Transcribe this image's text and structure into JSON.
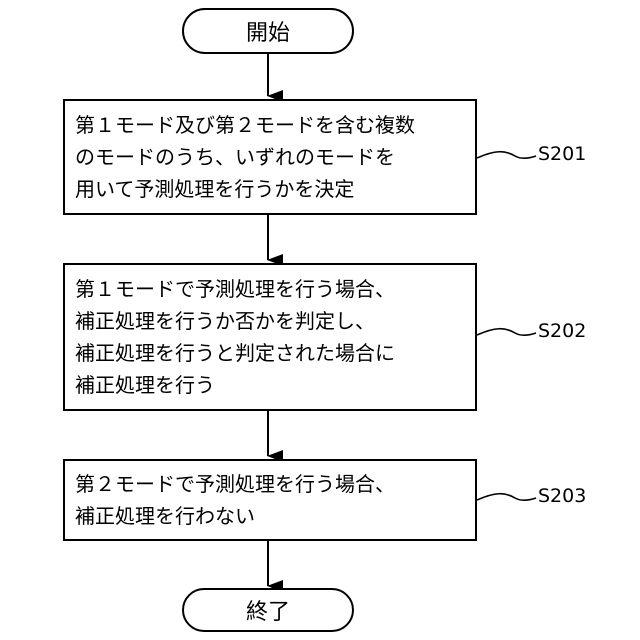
{
  "flowchart": {
    "start_label": "開始",
    "end_label": "終了",
    "steps": [
      {
        "id": "S201",
        "lines": [
          "第１モード及び第２モードを含む複数",
          "のモードのうち、いずれのモードを",
          "用いて予測処理を行うかを決定"
        ]
      },
      {
        "id": "S202",
        "lines": [
          "第１モードで予測処理を行う場合、",
          "補正処理を行うか否かを判定し、",
          "補正処理を行うと判定された場合に",
          "補正処理を行う"
        ]
      },
      {
        "id": "S203",
        "lines": [
          "第２モードで予測処理を行う場合、",
          "補正処理を行わない"
        ]
      }
    ]
  }
}
